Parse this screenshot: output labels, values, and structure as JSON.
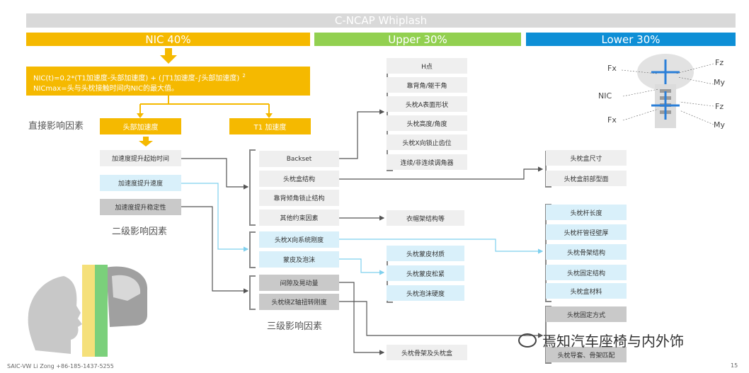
{
  "title": "C-NCAP Whiplash",
  "sections": {
    "nic": "NIC 40%",
    "upper": "Upper 30%",
    "lower": "Lower 30%"
  },
  "formula": {
    "line1": "NIC(t)=0.2*(T1加速度-头部加速度) + (∫T1加速度-∫头部加速度)",
    "line1_sup": "2",
    "line2": "NICmax=头与头枕接触时间内NIC的最大值。"
  },
  "direct": {
    "label": "直接影响因素",
    "head_accel": "头部加速度",
    "t1_accel": "T1 加速度"
  },
  "secondary": {
    "label": "二级影响因素",
    "items": [
      "加速度提升起始时间",
      "加速度提升速度",
      "加速度提升稳定性"
    ]
  },
  "third": {
    "label": "三级影响因素",
    "group1": [
      "Backset",
      "头枕盒结构",
      "靠背倾角锁止结构",
      "其他约束因素"
    ],
    "group2": [
      "头枕X向系统刚度",
      "蒙皮及泡沫"
    ],
    "group3": [
      "间隙及晃动量",
      "头枕绕Z轴扭转刚度"
    ]
  },
  "upper_items": [
    "H点",
    "靠背角/躯干角",
    "头枕A表面形状",
    "头枕高度/角度",
    "头枕X向锁止齿位",
    "连续/非连续调角器"
  ],
  "clothes_item": "衣帽架结构等",
  "skin_items": [
    "头枕蒙皮材质",
    "头枕蒙皮松紧",
    "头枕泡沫硬度"
  ],
  "frame_item": "头枕骨架及头枕盒",
  "lower_box_items": [
    "头枕盒尺寸",
    "头枕盒前部型面"
  ],
  "lower_light_items": [
    "头枕杆长度",
    "头枕杆管径壁厚",
    "头枕骨架结构",
    "头枕固定结构",
    "头枕盒材料"
  ],
  "lower_dark_items": [
    "头枕固定方式",
    "头枕导套、骨架匹配"
  ],
  "figure_labels": [
    "Fx",
    "Fz",
    "My",
    "NIC",
    "Fz",
    "Fx",
    "My"
  ],
  "watermark": "焉知汽车座椅与内外饰",
  "footer": "SAIC-VW  Li Zong  +86-185-1437-5255",
  "page_number": "15",
  "colors": {
    "orange": "#f5b900",
    "green": "#92d050",
    "blue": "#0e8fd6",
    "title_bg": "#d9d9d9"
  }
}
